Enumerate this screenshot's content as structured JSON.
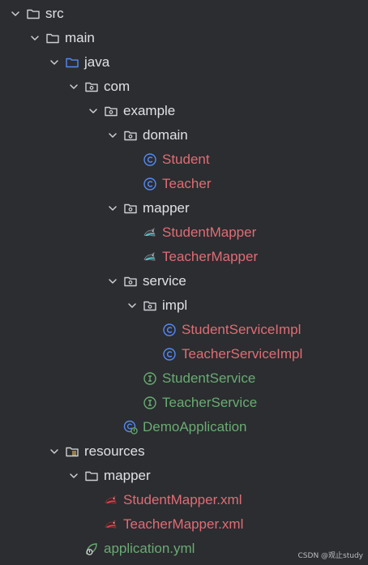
{
  "tree": [
    {
      "label": "src",
      "depth": 0,
      "expanded": true,
      "icon": "folder-icon",
      "color": "#dfe1e5"
    },
    {
      "label": "main",
      "depth": 1,
      "expanded": true,
      "icon": "folder-icon",
      "color": "#dfe1e5"
    },
    {
      "label": "java",
      "depth": 2,
      "expanded": true,
      "icon": "source-folder-icon",
      "color": "#dfe1e5"
    },
    {
      "label": "com",
      "depth": 3,
      "expanded": true,
      "icon": "package-icon",
      "color": "#dfe1e5"
    },
    {
      "label": "example",
      "depth": 4,
      "expanded": true,
      "icon": "package-icon",
      "color": "#dfe1e5"
    },
    {
      "label": "domain",
      "depth": 5,
      "expanded": true,
      "icon": "package-icon",
      "color": "#dfe1e5"
    },
    {
      "label": "Student",
      "depth": 6,
      "expanded": null,
      "icon": "class-icon",
      "color": "#e06c75"
    },
    {
      "label": "Teacher",
      "depth": 6,
      "expanded": null,
      "icon": "class-icon",
      "color": "#e06c75"
    },
    {
      "label": "mapper",
      "depth": 5,
      "expanded": true,
      "icon": "package-icon",
      "color": "#dfe1e5"
    },
    {
      "label": "StudentMapper",
      "depth": 6,
      "expanded": null,
      "icon": "mybatis-mapper-icon",
      "color": "#e06c75"
    },
    {
      "label": "TeacherMapper",
      "depth": 6,
      "expanded": null,
      "icon": "mybatis-mapper-icon",
      "color": "#e06c75"
    },
    {
      "label": "service",
      "depth": 5,
      "expanded": true,
      "icon": "package-icon",
      "color": "#dfe1e5"
    },
    {
      "label": "impl",
      "depth": 6,
      "expanded": true,
      "icon": "package-icon",
      "color": "#dfe1e5"
    },
    {
      "label": "StudentServiceImpl",
      "depth": 7,
      "expanded": null,
      "icon": "class-icon",
      "color": "#e06c75"
    },
    {
      "label": "TeacherServiceImpl",
      "depth": 7,
      "expanded": null,
      "icon": "class-icon",
      "color": "#e06c75"
    },
    {
      "label": "StudentService",
      "depth": 6,
      "expanded": null,
      "icon": "interface-icon",
      "color": "#6aab73"
    },
    {
      "label": "TeacherService",
      "depth": 6,
      "expanded": null,
      "icon": "interface-icon",
      "color": "#6aab73"
    },
    {
      "label": "DemoApplication",
      "depth": 5,
      "expanded": null,
      "icon": "spring-boot-class-icon",
      "color": "#6aab73"
    },
    {
      "label": "resources",
      "depth": 2,
      "expanded": true,
      "icon": "resources-folder-icon",
      "color": "#dfe1e5"
    },
    {
      "label": "mapper",
      "depth": 3,
      "expanded": true,
      "icon": "folder-icon",
      "color": "#dfe1e5"
    },
    {
      "label": "StudentMapper.xml",
      "depth": 4,
      "expanded": null,
      "icon": "mybatis-xml-icon",
      "color": "#e06c75"
    },
    {
      "label": "TeacherMapper.xml",
      "depth": 4,
      "expanded": null,
      "icon": "mybatis-xml-icon",
      "color": "#e06c75"
    },
    {
      "label": "application.yml",
      "depth": 3,
      "expanded": null,
      "icon": "spring-yml-icon",
      "color": "#6aab73"
    }
  ],
  "watermark": "CSDN @观止study"
}
